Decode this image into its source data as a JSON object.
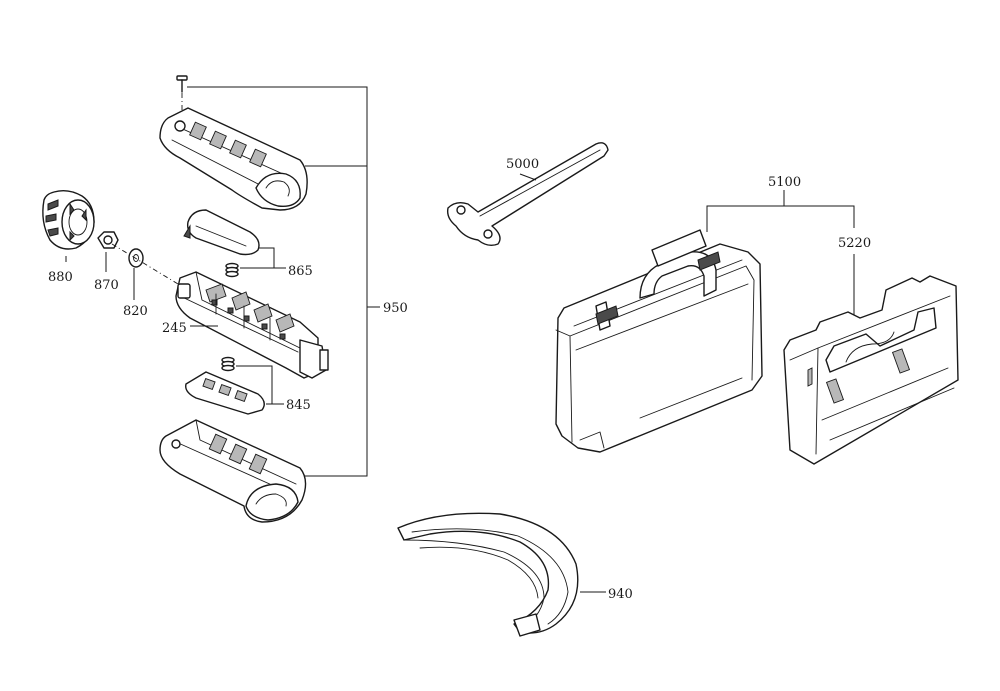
{
  "labels": {
    "p880": "880",
    "p870": "870",
    "p820": "820",
    "p245": "245",
    "p865": "865",
    "p845": "845",
    "p950": "950",
    "p5000": "5000",
    "p5100": "5100",
    "p5220": "5220",
    "p940": "940"
  }
}
